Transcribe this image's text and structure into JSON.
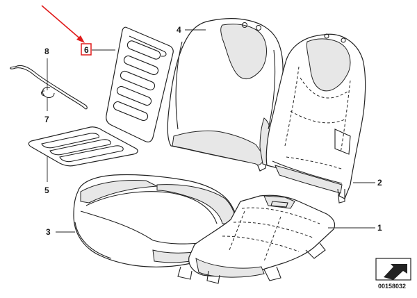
{
  "diagram": {
    "parts": [
      {
        "number": "1",
        "name": ""
      },
      {
        "number": "2",
        "name": ""
      },
      {
        "number": "3",
        "name": ""
      },
      {
        "number": "4",
        "name": ""
      },
      {
        "number": "5",
        "name": ""
      },
      {
        "number": "6",
        "name": ""
      },
      {
        "number": "7",
        "name": ""
      },
      {
        "number": "8",
        "name": ""
      }
    ],
    "highlighted_part": "6",
    "document_number": "00158032",
    "colors": {
      "highlight": "#e01b1b",
      "line": "#222222",
      "shade": "#e7e7e7"
    }
  }
}
